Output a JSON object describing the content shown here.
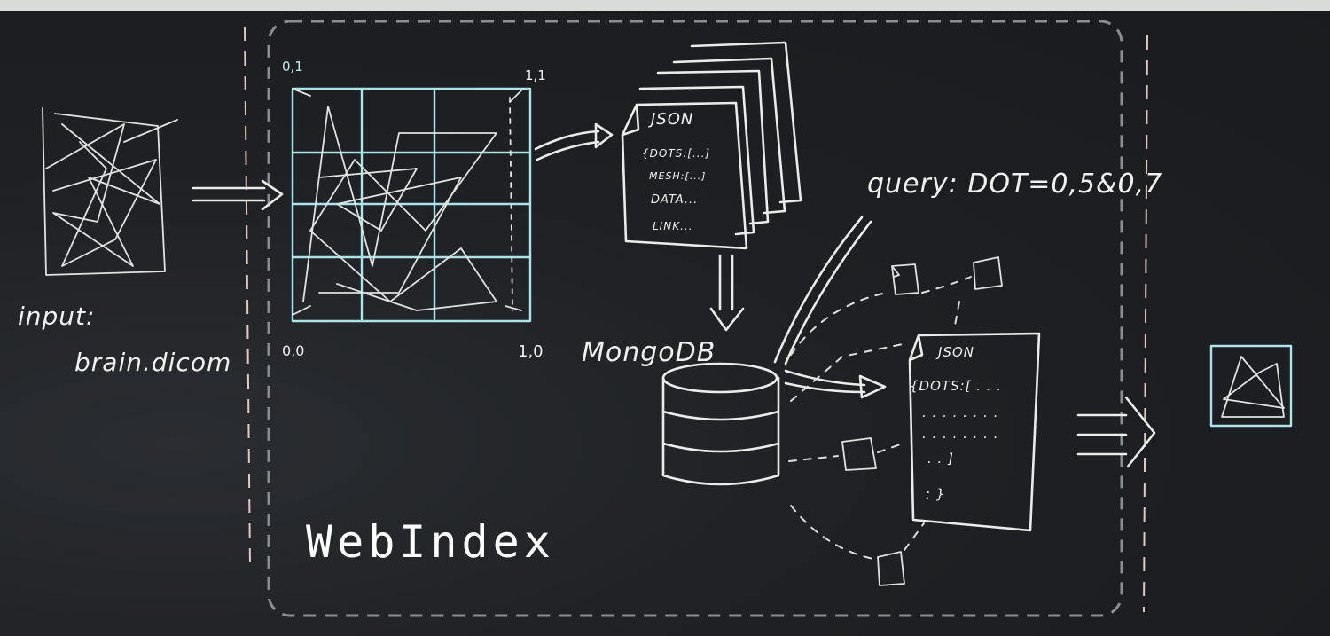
{
  "title": "WebIndex",
  "input": {
    "label": "input:",
    "file": "brain.dicom"
  },
  "grid": {
    "corner_top_left": "0,1",
    "corner_top_right": "1,1",
    "corner_bottom_left": "0,0",
    "corner_bottom_right": "1,0"
  },
  "json_doc": {
    "header": "JSON",
    "fields": [
      "{DOTS:[...]",
      "MESH:[...]",
      "DATA...",
      "LINK..."
    ]
  },
  "database": {
    "label": "MongoDB"
  },
  "query": {
    "text": "query: DOT=0,5&0,7"
  },
  "result_doc": {
    "header": "JSON",
    "lines": [
      "{DOTS:[ . . .",
      ". . . . . . . .",
      ". . . . . . . .",
      ". . ]",
      ": }"
    ]
  },
  "colors": {
    "chalk": "#e9ece9",
    "cyan_chalk": "#a9e6ec",
    "board": "#1e2023",
    "frame": "#8a8e92"
  }
}
